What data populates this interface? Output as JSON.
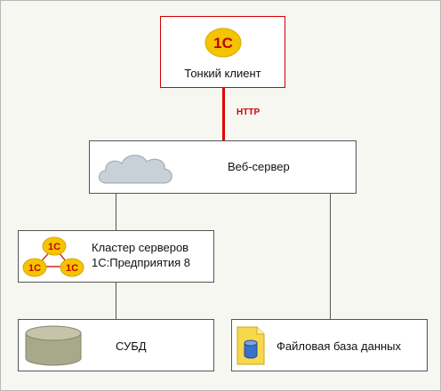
{
  "thin_client": {
    "label": "Тонкий клиент"
  },
  "connection": {
    "label": "HTTP"
  },
  "web_server": {
    "label": "Веб-сервер"
  },
  "cluster": {
    "line1": "Кластер серверов",
    "line2": "1С:Предприятия 8"
  },
  "dbms": {
    "label": "СУБД"
  },
  "file_db": {
    "label": "Файловая база данных"
  },
  "logo": {
    "text": "1С"
  },
  "colors": {
    "accent_red": "#d40000",
    "logo_yellow": "#f5c400",
    "cloud": "#c8d0d8",
    "cylinder": "#a8a88a"
  }
}
